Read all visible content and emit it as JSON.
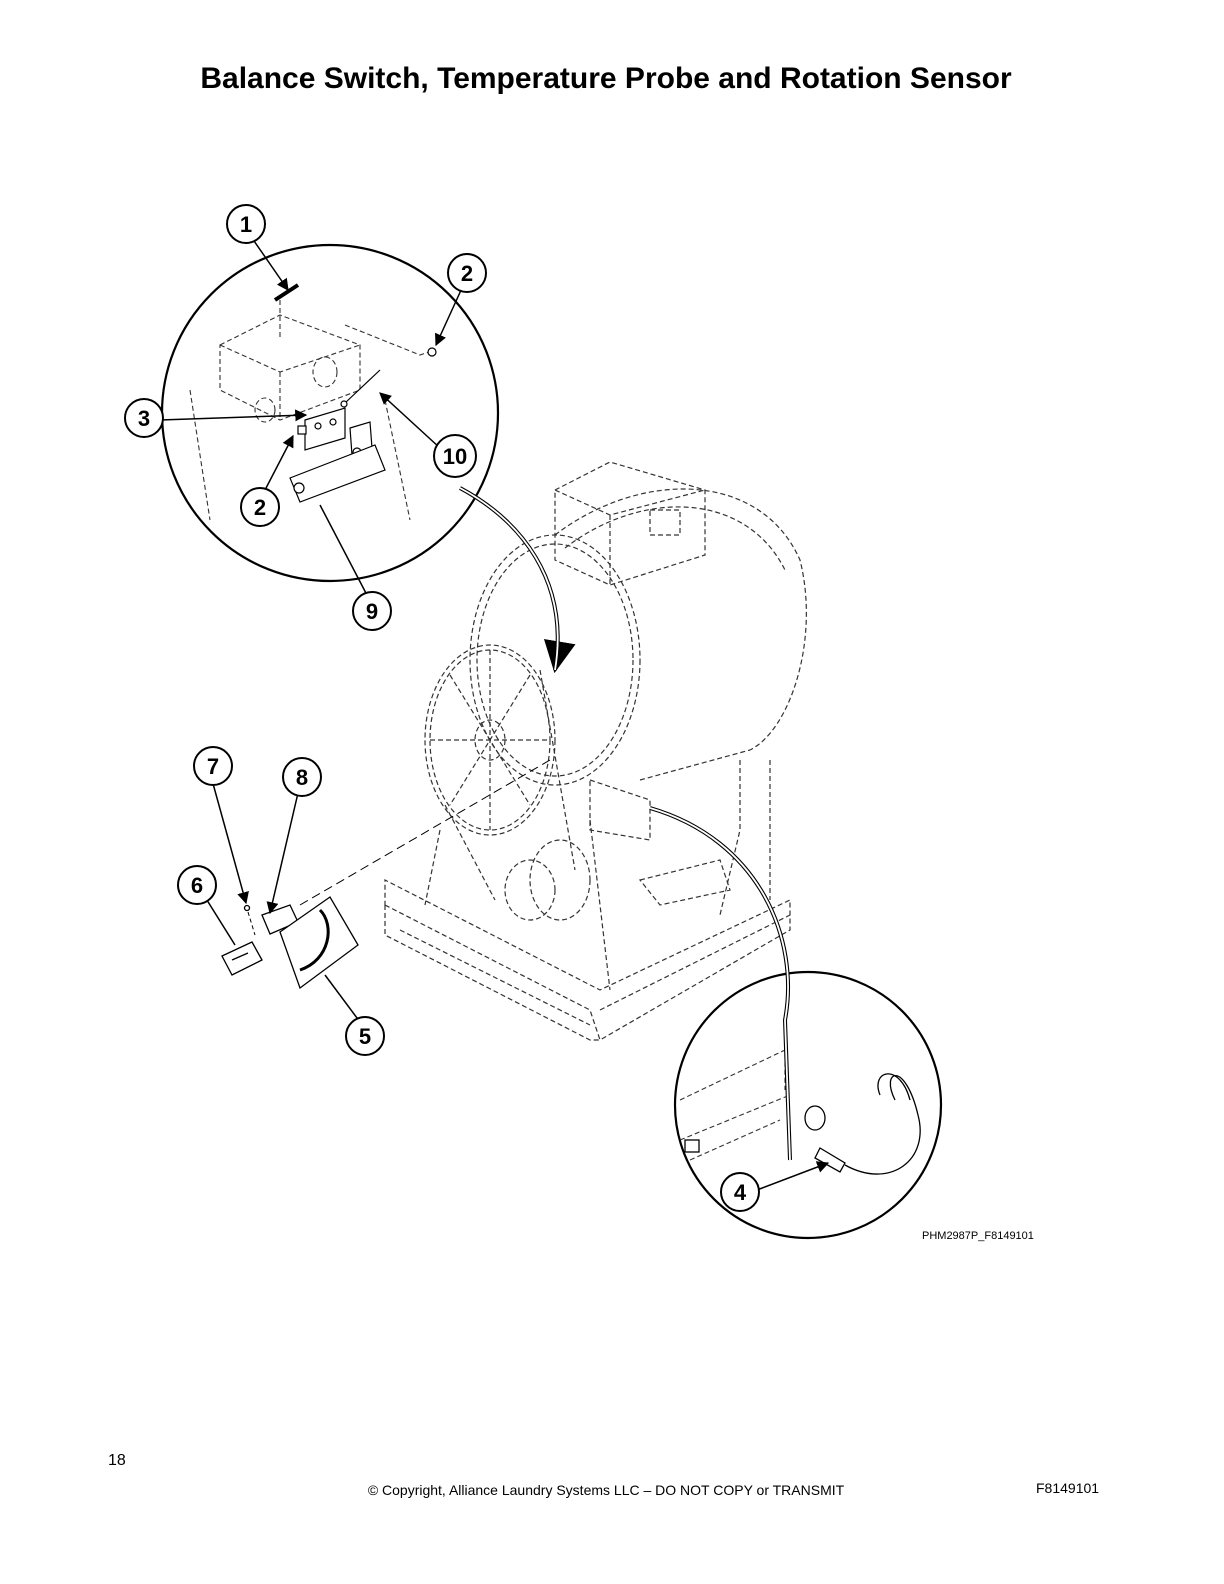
{
  "title": "Balance Switch, Temperature Probe and Rotation Sensor",
  "figure_code": "PHM2987P_F8149101",
  "footer": {
    "page_number": "18",
    "copyright": "© Copyright, Alliance Laundry Systems LLC – DO NOT COPY or TRANSMIT",
    "doc_number": "F8149101"
  },
  "callouts": [
    {
      "id": "c1",
      "label": "1"
    },
    {
      "id": "c2a",
      "label": "2"
    },
    {
      "id": "c3",
      "label": "3"
    },
    {
      "id": "c2b",
      "label": "2"
    },
    {
      "id": "c10",
      "label": "10"
    },
    {
      "id": "c9",
      "label": "9"
    },
    {
      "id": "c7",
      "label": "7"
    },
    {
      "id": "c8",
      "label": "8"
    },
    {
      "id": "c6",
      "label": "6"
    },
    {
      "id": "c5",
      "label": "5"
    },
    {
      "id": "c4",
      "label": "4"
    }
  ]
}
